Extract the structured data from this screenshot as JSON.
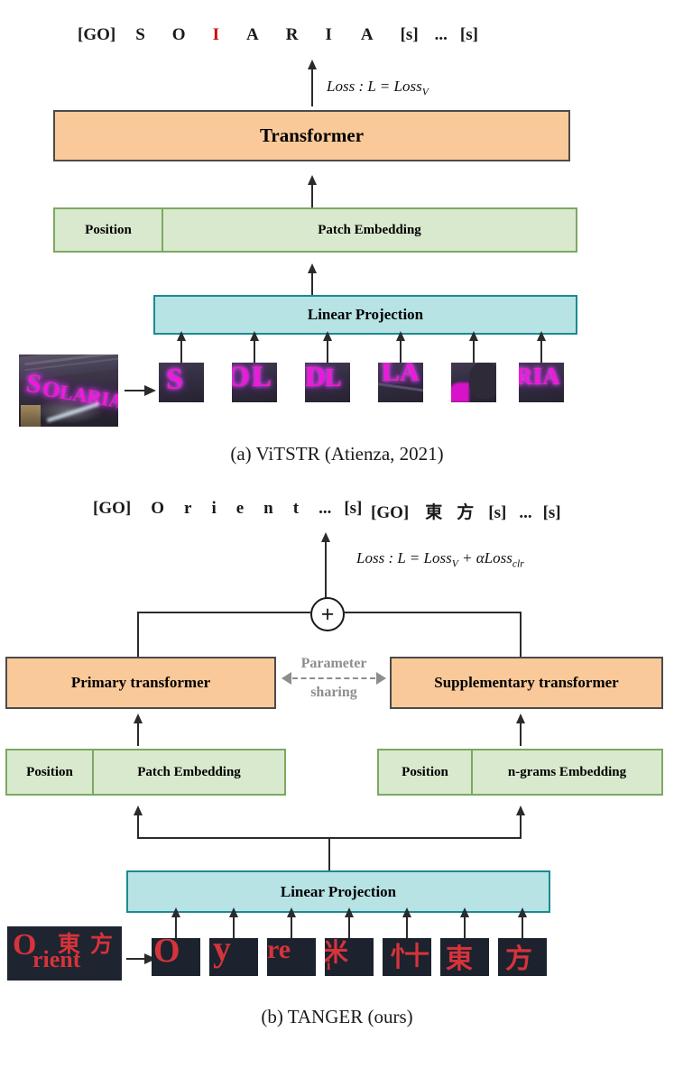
{
  "figure": {
    "panels": [
      {
        "id": "panel-a",
        "caption": "(a) ViTSTR (Atienza, 2021)",
        "output_sequence": [
          {
            "text": "[GO]",
            "color": "#1a1a1a"
          },
          {
            "text": "S",
            "color": "#1a1a1a"
          },
          {
            "text": "O",
            "color": "#1a1a1a"
          },
          {
            "text": "I",
            "color": "#cc0000"
          },
          {
            "text": "A",
            "color": "#1a1a1a"
          },
          {
            "text": "R",
            "color": "#1a1a1a"
          },
          {
            "text": "I",
            "color": "#1a1a1a"
          },
          {
            "text": "A",
            "color": "#1a1a1a"
          },
          {
            "text": "[s]",
            "color": "#1a1a1a"
          },
          {
            "text": "...",
            "color": "#1a1a1a"
          },
          {
            "text": "[s]",
            "color": "#1a1a1a"
          }
        ],
        "loss_formula": "Loss : L = Loss_V",
        "loss_parts": {
          "prefix": "Loss",
          "colon": " : ",
          "lhs": "L",
          "eq": " = ",
          "rhs": "Loss",
          "rhs_sub": "V"
        },
        "transformer_label": "Transformer",
        "embedding_row": {
          "position_label": "Position",
          "embedding_label": "Patch Embedding"
        },
        "linear_projection_label": "Linear Projection",
        "source_image_alt": "SOLARIA neon storefront sign",
        "source_image_text": "SOLARIA",
        "patch_count": 6
      },
      {
        "id": "panel-b",
        "caption": "(b) TANGER (ours)",
        "output_sequence_left": [
          {
            "text": "[GO]"
          },
          {
            "text": "O"
          },
          {
            "text": "r"
          },
          {
            "text": "i"
          },
          {
            "text": "e"
          },
          {
            "text": "n"
          },
          {
            "text": "t"
          },
          {
            "text": "..."
          },
          {
            "text": "[s]"
          }
        ],
        "output_sequence_right": [
          {
            "text": "[GO]"
          },
          {
            "text": "東"
          },
          {
            "text": "方"
          },
          {
            "text": "[s]"
          },
          {
            "text": "..."
          },
          {
            "text": "[s]"
          }
        ],
        "loss_formula": "Loss : L = Loss_V + αLoss_clr",
        "loss_parts": {
          "prefix": "Loss",
          "colon": " : ",
          "lhs": "L",
          "eq": " = ",
          "term1": "Loss",
          "term1_sub": "V",
          "plus": " + ",
          "alpha": "α",
          "term2": "Loss",
          "term2_sub": "clr"
        },
        "merge_node": "+",
        "primary_transformer_label": "Primary transformer",
        "supplementary_transformer_label": "Supplementary transformer",
        "parameter_sharing_line1": "Parameter",
        "parameter_sharing_line2": "sharing",
        "embedding_row_left": {
          "position_label": "Position",
          "embedding_label": "Patch Embedding"
        },
        "embedding_row_right": {
          "position_label": "Position",
          "embedding_label": "n-grams Embedding"
        },
        "linear_projection_label": "Linear Projection",
        "source_image_alt": "Orient 東方 red neon sign on dark background",
        "source_image_text": "Orient 東方",
        "patch_count": 7
      }
    ],
    "colors": {
      "transformer_fill": "#fac99a",
      "transformer_border": "#4b4b4b",
      "embedding_fill": "#d9e9cd",
      "embedding_border": "#7ba862",
      "projection_fill": "#b7e3e5",
      "projection_border": "#1b8a94",
      "arrow": "#2b2b2b",
      "highlight_token": "#cc0000",
      "parameter_sharing": "#8d8d8d"
    }
  }
}
